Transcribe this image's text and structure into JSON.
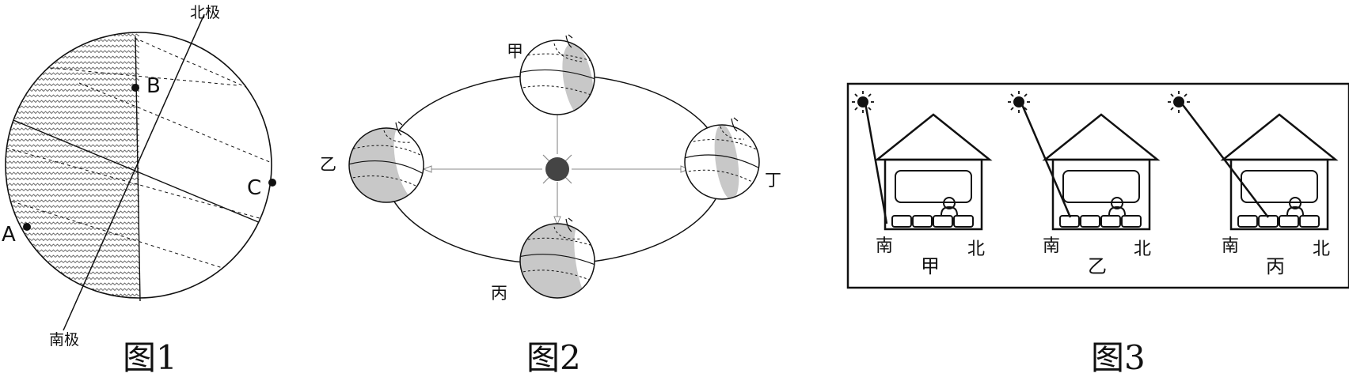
{
  "figure1": {
    "caption": "图1",
    "north_pole": "北极",
    "south_pole": "南极",
    "point_a": "A",
    "point_b": "B",
    "point_c": "C"
  },
  "figure2": {
    "caption": "图2",
    "pos_jia": "甲",
    "pos_yi": "乙",
    "pos_bing": "丙",
    "pos_ding": "丁"
  },
  "figure3": {
    "caption": "图3",
    "houses": [
      {
        "label": "甲",
        "south": "南",
        "north": "北"
      },
      {
        "label": "乙",
        "south": "南",
        "north": "北"
      },
      {
        "label": "丙",
        "south": "南",
        "north": "北"
      }
    ]
  },
  "colors": {
    "stroke": "#111111",
    "shade": "#c8c8c8",
    "sun": "#444444"
  }
}
